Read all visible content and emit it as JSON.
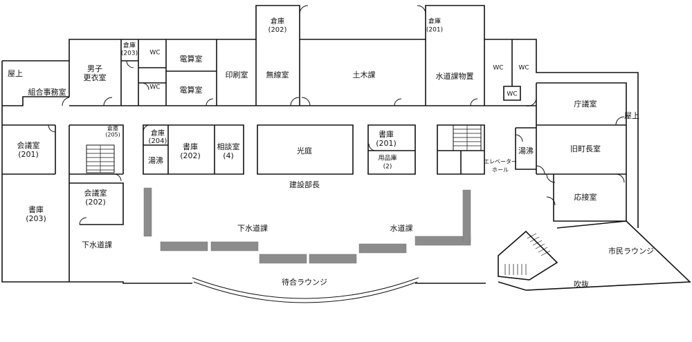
{
  "colors": {
    "wall": "#111111",
    "counter": "#8c8c8c",
    "background": "#ffffff"
  },
  "rooms": {
    "okujo_left": "屋上",
    "kumiai": "組合事務室",
    "danshi_1": "男子",
    "danshi_2": "更衣室",
    "soko203_top_1": "倉庫",
    "soko203_top_2": "(203)",
    "wc_a": "WC",
    "wc_b": "WC",
    "densan_1": "電算室",
    "densan_2": "電算室",
    "insatsu": "印刷室",
    "soko202_top_1": "倉庫",
    "soko202_top_2": "(202)",
    "musen": "無線室",
    "doboku": "土木課",
    "soko201_top_1": "倉庫",
    "soko201_top_2": "(201)",
    "suido_bucchi": "水道課物置",
    "wc_c": "WC",
    "wc_d": "WC",
    "wc_e": "WC",
    "chogi": "庁議室",
    "okujo_right": "屋上",
    "kaigi201_1": "会議室",
    "kaigi201_2": "(201)",
    "soko205_1": "倉庫",
    "soko205_2": "(205)",
    "soko204_1": "倉庫",
    "soko204_2": "(204)",
    "yuwakashi_left": "湯沸",
    "shoko202_1": "書庫",
    "shoko202_2": "(202)",
    "sodan_1": "相談室",
    "sodan_2": "(4)",
    "kotei": "光庭",
    "shoko201_1": "書庫",
    "shoko201_2": "(201)",
    "yohin_1": "用品庫",
    "yohin_2": "(2)",
    "elevator_1": "エレベーター",
    "elevator_2": "ホール",
    "yuwakashi_right": "湯沸",
    "kyucho": "旧町長室",
    "kensetsu": "建設部長",
    "kaigi202_1": "会議室",
    "kaigi202_2": "(202)",
    "shoko203_1": "書庫",
    "shoko203_2": "(203)",
    "osetsu": "応接室",
    "gesuido_mid": "下水道課",
    "suido_mid": "水道課",
    "gesuido_left": "下水道課",
    "shimin": "市民ラウンジ",
    "machiai": "待合ラウンジ",
    "fukinuke": "吹抜"
  }
}
